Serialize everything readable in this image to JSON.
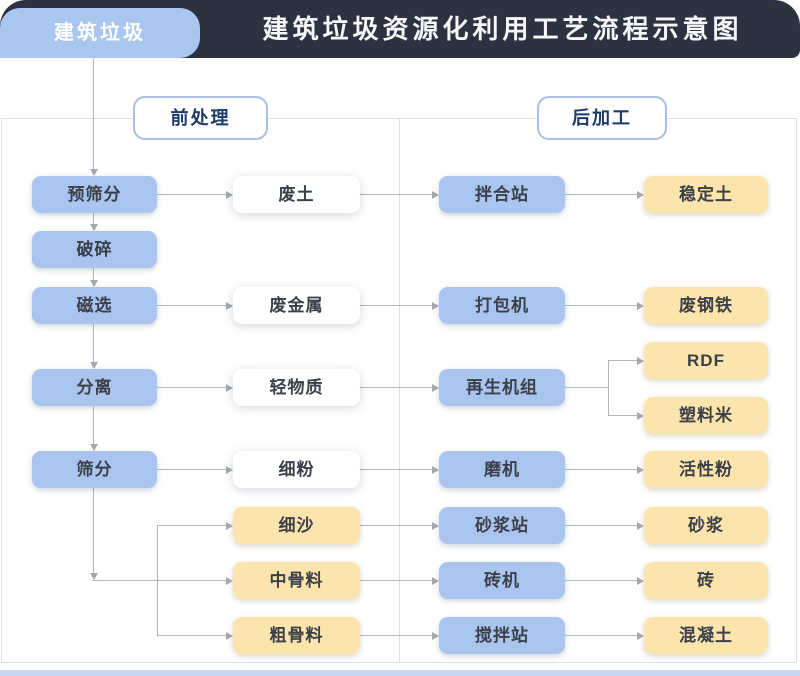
{
  "header": {
    "tab": "建筑垃圾",
    "title": "建筑垃圾资源化利用工艺流程示意图"
  },
  "sections": {
    "pre": "前处理",
    "post": "后加工"
  },
  "flow": {
    "process": [
      "预筛分",
      "破碎",
      "磁选",
      "分离",
      "筛分"
    ],
    "intermediates": [
      "废土",
      "废金属",
      "轻物质",
      "细粉"
    ],
    "aggregates": [
      "细沙",
      "中骨料",
      "粗骨料"
    ],
    "machines": [
      "拌合站",
      "打包机",
      "再生机组",
      "磨机",
      "砂浆站",
      "砖机",
      "搅拌站"
    ],
    "products": [
      "稳定土",
      "废钢铁",
      "RDF",
      "塑料米",
      "活性粉",
      "砂浆",
      "砖",
      "混凝土"
    ]
  },
  "colors": {
    "header_bar": "#2c323f",
    "title_text": "#f5f6f8",
    "tab_blue": "#a9c6ef",
    "process_blue": "#a9c4ee",
    "product_yellow": "#fce4ad",
    "badge_border": "#a9bfe8",
    "badge_text": "#1d3a6b",
    "connector_gray": "#b2b5bb"
  }
}
